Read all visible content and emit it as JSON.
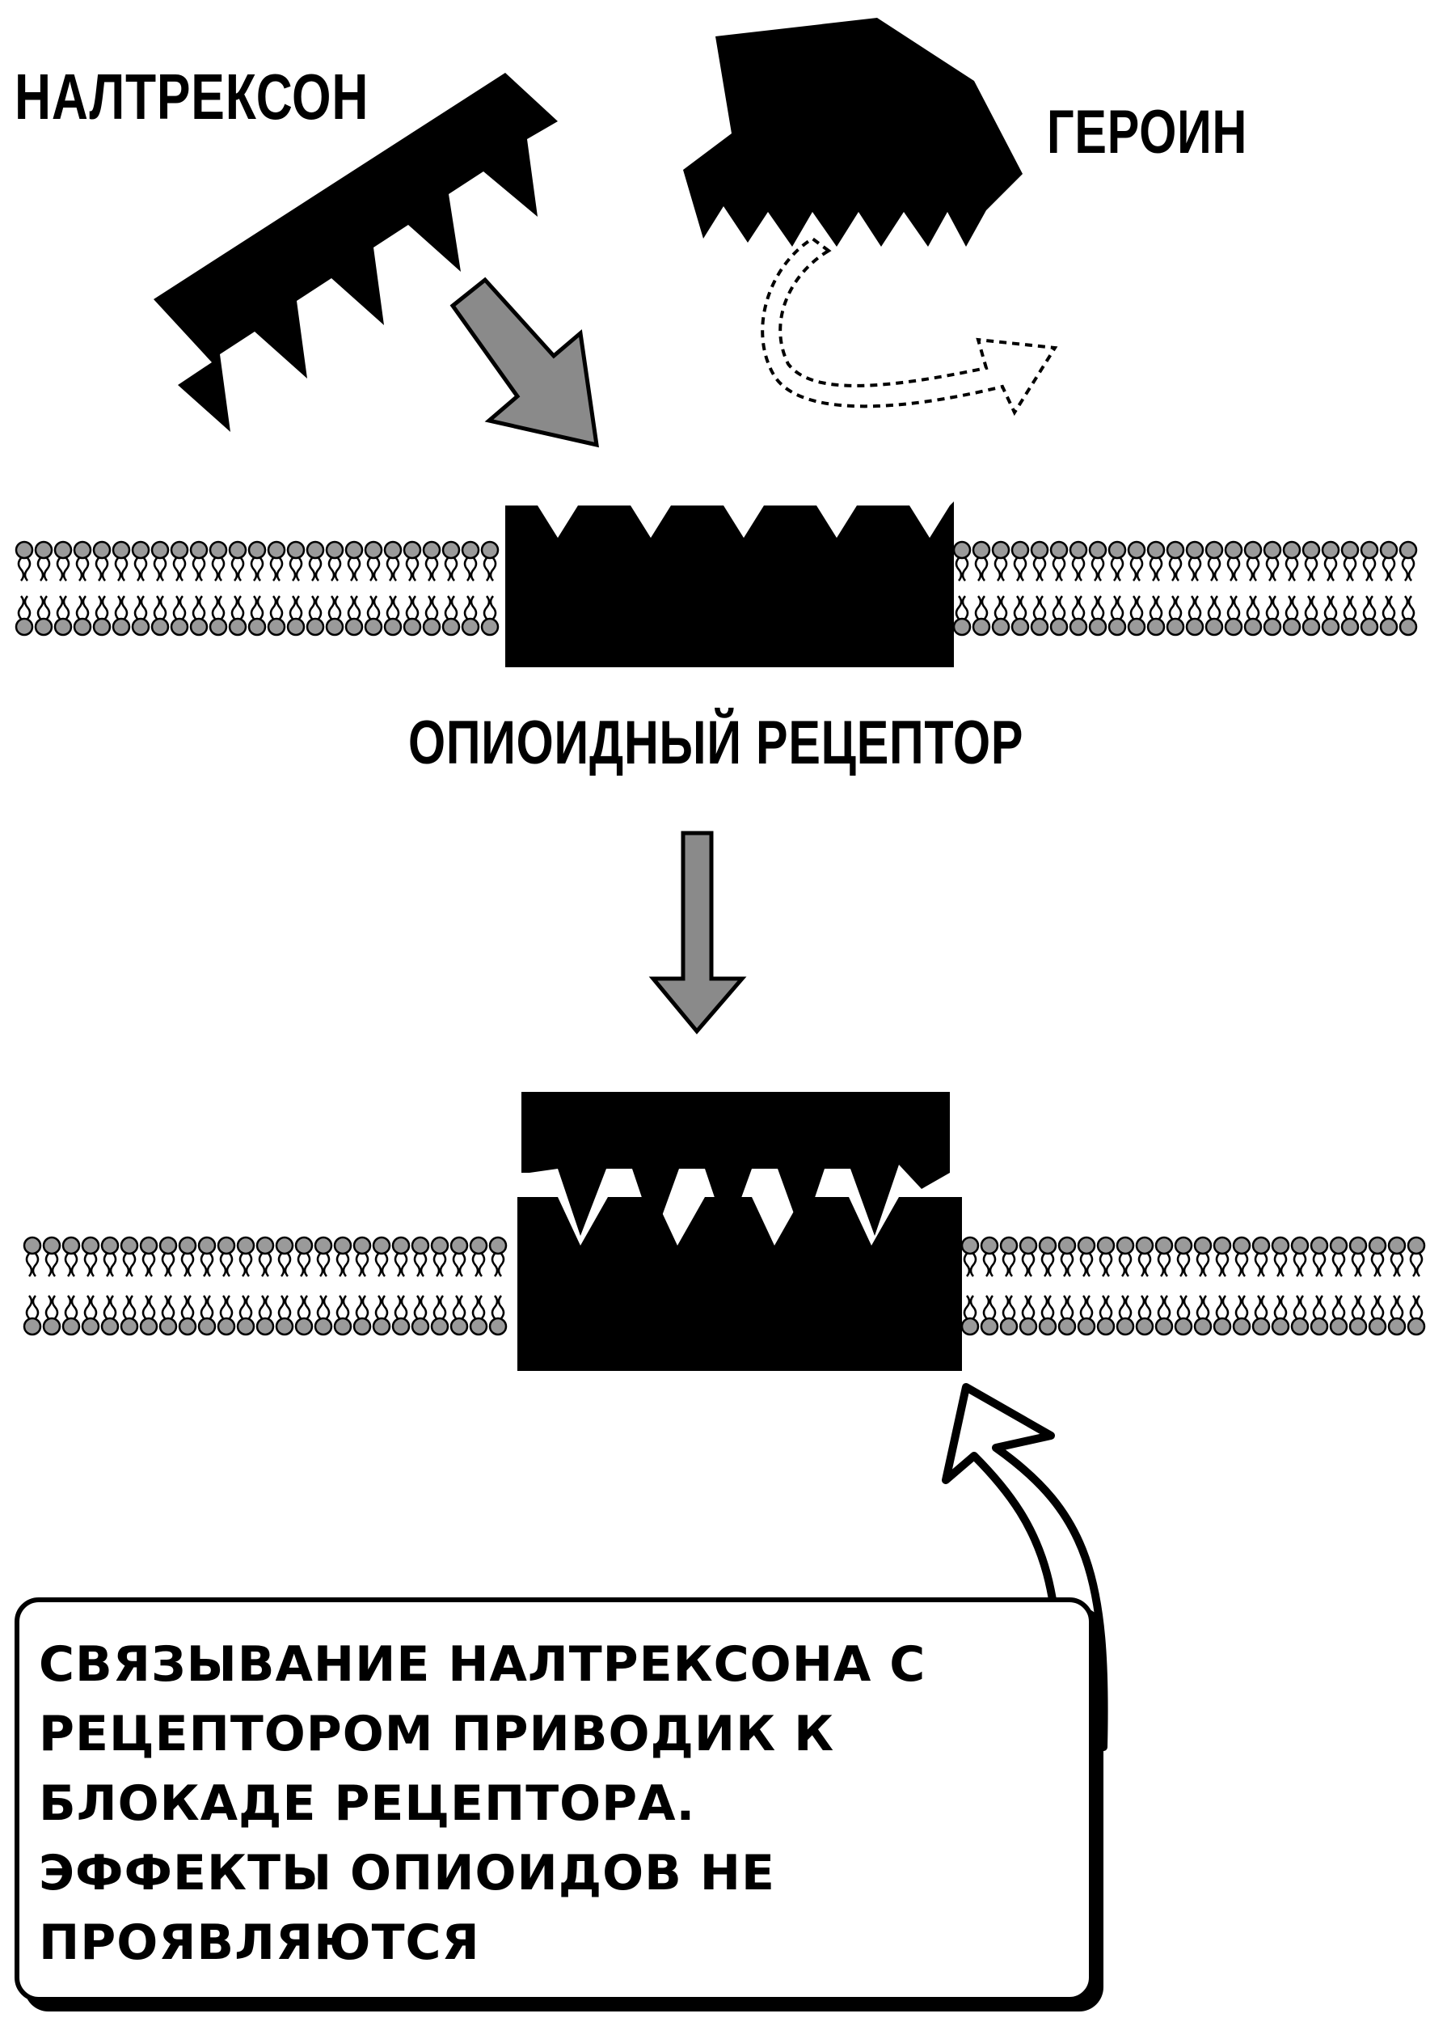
{
  "labels": {
    "naltrexone": "НАЛТРЕКСОН",
    "heroin": "ГЕРОИН",
    "receptor": "ОПИОИДНЫЙ РЕЦЕПТОР"
  },
  "caption": {
    "text": "СВЯЗЫВАНИЕ НАЛТРЕКСОНА С\nРЕЦЕПТОРОМ ПРИВОДИК К\nБЛОКАДЕ РЕЦЕПТОРА.\nЭФФЕКТЫ ОПИОИДОВ НЕ\nПРОЯВЛЯЮТСЯ"
  },
  "colors": {
    "ink": "#000000",
    "arrow_fill": "#8a8a8a",
    "phospholipid_head": "#9a9a9a",
    "background": "#ffffff"
  },
  "icons": {
    "naltrexone_molecule": "comb-shape-icon",
    "heroin_molecule": "polygon-key-icon",
    "receptor": "notched-block-icon",
    "membrane": "phospholipid-bilayer-icon",
    "deflect_arrow": "dashed-curved-arrow-icon",
    "flow_arrows": "gray-arrow-icon"
  }
}
